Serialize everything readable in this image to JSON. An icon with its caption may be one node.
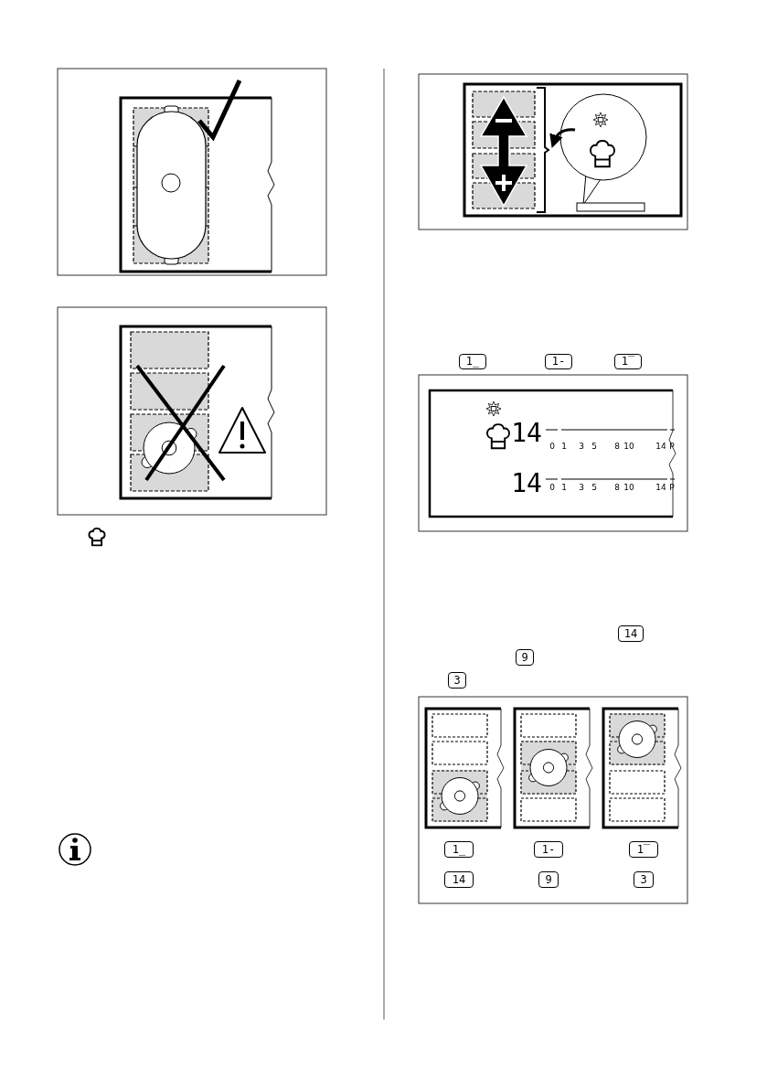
{
  "diagram": {
    "labels": [
      "1_",
      "1-",
      "1‾",
      "14",
      "0",
      "1",
      "3",
      "5",
      "8",
      "10",
      "14",
      "P",
      "14",
      "0",
      "1",
      "3",
      "5",
      "8",
      "10",
      "14",
      "P",
      "14",
      "9",
      "3",
      "1_",
      "1-",
      "1‾",
      "14",
      "9",
      "3"
    ]
  }
}
